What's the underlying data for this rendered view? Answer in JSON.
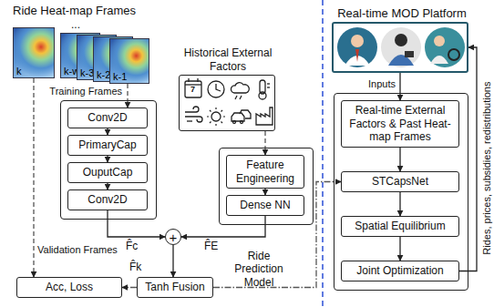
{
  "diagram": {
    "nodes": [
      {
        "text": [
          "k"
        ]
      },
      {
        "text": [
          "k-w"
        ]
      },
      {
        "text": [
          "k-3"
        ]
      },
      {
        "text": [
          "k-2"
        ]
      },
      {
        "text": [
          "k-1"
        ]
      },
      {
        "text": [
          "Conv2D"
        ]
      },
      {
        "text": [
          "PrimaryCap"
        ]
      },
      {
        "text": [
          "OuputCap"
        ]
      },
      {
        "text": [
          "Conv2D"
        ]
      },
      {
        "text": [
          "Historical External Factors"
        ]
      },
      {
        "text": [
          "Feature Engineering"
        ]
      },
      {
        "text": [
          "Dense NN"
        ]
      },
      {
        "text": [
          "+"
        ]
      },
      {
        "text": [
          "Tanh Fusion"
        ]
      },
      {
        "text": [
          "Acc, Loss"
        ]
      },
      {
        "text": [
          "Real-time MOD Platform"
        ]
      },
      {
        "text": [
          "Real-time External Factors & Past Heat-map Frames"
        ]
      },
      {
        "text": [
          "STCapsNet"
        ]
      },
      {
        "text": [
          "Spatial Equilibrium"
        ]
      },
      {
        "text": [
          "Joint Optimization"
        ]
      }
    ],
    "edges": [
      {
        "from": 0,
        "to": 14,
        "label": "Validation Frames",
        "arrow": "to"
      },
      {
        "from": 4,
        "to": 5,
        "label": "Training Frames",
        "arrow": "to"
      },
      {
        "from": 5,
        "to": 6,
        "arrow": "to"
      },
      {
        "from": 6,
        "to": 7,
        "arrow": "to"
      },
      {
        "from": 7,
        "to": 8,
        "arrow": "to"
      },
      {
        "from": 9,
        "to": 10,
        "arrow": "to"
      },
      {
        "from": 10,
        "to": 11,
        "arrow": "to"
      },
      {
        "from": 8,
        "to": 12,
        "label": "F̂c",
        "arrow": "to"
      },
      {
        "from": 11,
        "to": 12,
        "label": "F̂E",
        "arrow": "to"
      },
      {
        "from": 12,
        "to": 13,
        "arrow": "to"
      },
      {
        "from": 13,
        "to": 14,
        "label": "F̂k",
        "arrow": "to"
      },
      {
        "from": 13,
        "to": 17,
        "arrow": "to"
      },
      {
        "from": 15,
        "to": 16,
        "label": "Inputs",
        "arrow": "to"
      },
      {
        "from": 16,
        "to": 17,
        "arrow": "to"
      },
      {
        "from": 17,
        "to": 18,
        "arrow": "to"
      },
      {
        "from": 18,
        "to": 19,
        "arrow": "to"
      },
      {
        "from": 19,
        "to": 15,
        "label": "Rides, prices, subsidies, redistributions",
        "arrow": "to"
      }
    ],
    "labels": [
      "Ride Heat-map Frames",
      "...",
      "7",
      "Ride Prediction Model"
    ]
  }
}
